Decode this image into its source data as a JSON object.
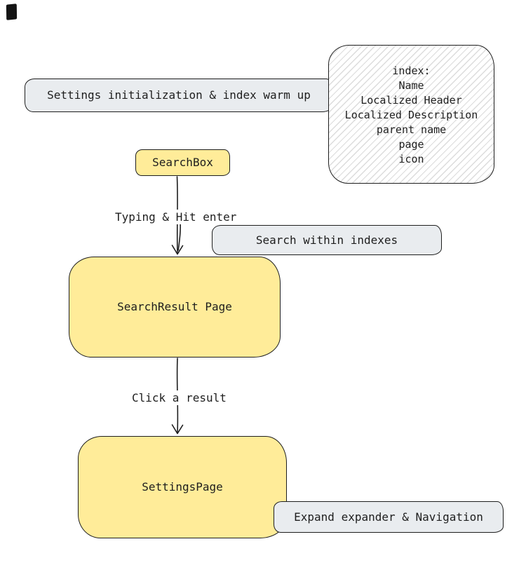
{
  "colors": {
    "node_yellow": "#ffec99",
    "node_gray": "#e9ecef",
    "stroke": "#1e1e1e",
    "hatch": "#dcdcdc",
    "canvas": "#ffffff"
  },
  "nodes": {
    "settings_init": {
      "label": "Settings initialization & index warm up"
    },
    "index_note": {
      "lines": [
        "index:",
        "Name",
        "Localized Header",
        "Localized Description",
        "parent name",
        "page",
        "icon"
      ]
    },
    "searchbox": {
      "label": "SearchBox"
    },
    "search_within": {
      "label": "Search within indexes"
    },
    "search_result": {
      "label": "SearchResult Page"
    },
    "settings_page": {
      "label": "SettingsPage"
    },
    "expand_expander": {
      "label": "Expand expander & Navigation"
    }
  },
  "edges": {
    "typing": {
      "label": "Typing & Hit enter"
    },
    "click_result": {
      "label": "Click a result"
    }
  }
}
